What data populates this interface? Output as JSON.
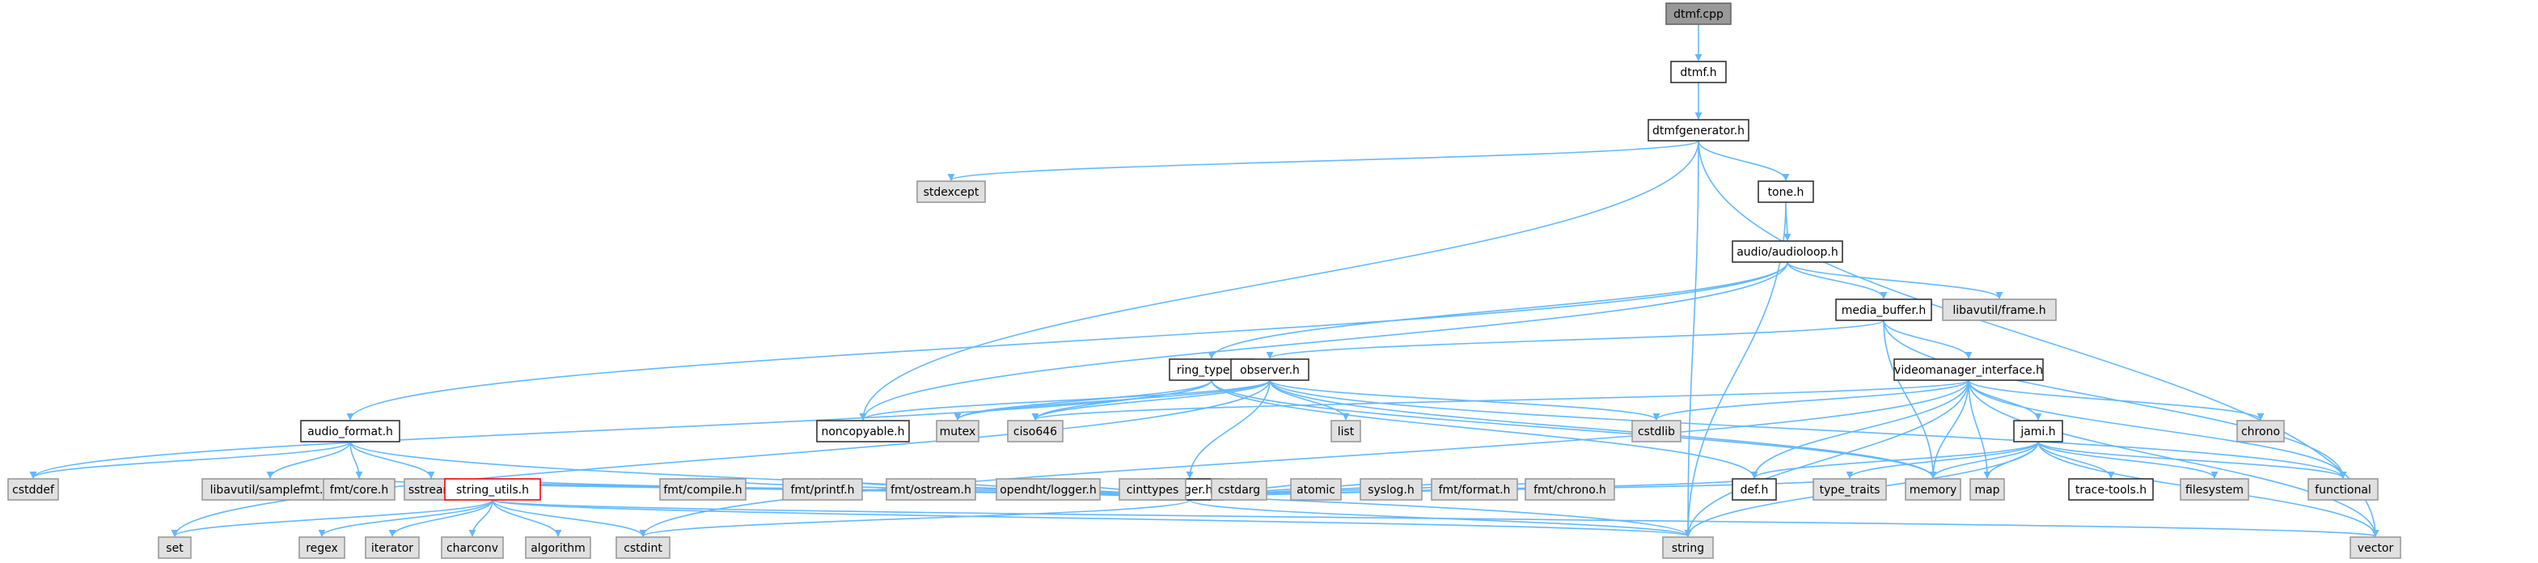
{
  "colors": {
    "edge": "#63b8ff",
    "root_fill": "#999999",
    "root_stroke": "#666666",
    "header_fill": "#ffffff",
    "header_stroke": "#333333",
    "external_fill": "#e0e0e0",
    "external_stroke": "#999999",
    "warn_stroke": "#ff0000"
  },
  "nodes": {
    "dtmf_cpp": {
      "label": "dtmf.cpp",
      "kind": "root"
    },
    "dtmf_h": {
      "label": "dtmf.h",
      "kind": "header"
    },
    "dtmfgenerator_h": {
      "label": "dtmfgenerator.h",
      "kind": "header"
    },
    "stdexcept": {
      "label": "stdexcept",
      "kind": "external"
    },
    "tone_h": {
      "label": "tone.h",
      "kind": "header"
    },
    "audioloop_h": {
      "label": "audio/audioloop.h",
      "kind": "header"
    },
    "media_buffer_h": {
      "label": "media_buffer.h",
      "kind": "header"
    },
    "libavutil_frame_h": {
      "label": "libavutil/frame.h",
      "kind": "external"
    },
    "ring_types_h": {
      "label": "ring_types.h",
      "kind": "header"
    },
    "observer_h": {
      "label": "observer.h",
      "kind": "header"
    },
    "videomanager_interface_h": {
      "label": "videomanager_interface.h",
      "kind": "header"
    },
    "audio_format_h": {
      "label": "audio_format.h",
      "kind": "header"
    },
    "noncopyable_h": {
      "label": "noncopyable.h",
      "kind": "header"
    },
    "mutex": {
      "label": "mutex",
      "kind": "external"
    },
    "ciso646": {
      "label": "ciso646",
      "kind": "external"
    },
    "list": {
      "label": "list",
      "kind": "external"
    },
    "cstdlib": {
      "label": "cstdlib",
      "kind": "external"
    },
    "chrono": {
      "label": "chrono",
      "kind": "external"
    },
    "jami_h": {
      "label": "jami.h",
      "kind": "header"
    },
    "cstddef": {
      "label": "cstddef",
      "kind": "external"
    },
    "libavutil_samplefmt_h": {
      "label": "libavutil/samplefmt.h",
      "kind": "external"
    },
    "fmt_core_h": {
      "label": "fmt/core.h",
      "kind": "external"
    },
    "sstream": {
      "label": "sstream",
      "kind": "external"
    },
    "logger_h": {
      "label": "logger.h",
      "kind": "header"
    },
    "string_utils_h": {
      "label": "string_utils.h",
      "kind": "warn"
    },
    "fmt_compile_h": {
      "label": "fmt/compile.h",
      "kind": "external"
    },
    "fmt_printf_h": {
      "label": "fmt/printf.h",
      "kind": "external"
    },
    "fmt_ostream_h": {
      "label": "fmt/ostream.h",
      "kind": "external"
    },
    "opendht_logger_h": {
      "label": "opendht/logger.h",
      "kind": "external"
    },
    "cinttypes": {
      "label": "cinttypes",
      "kind": "external"
    },
    "cstdarg": {
      "label": "cstdarg",
      "kind": "external"
    },
    "atomic": {
      "label": "atomic",
      "kind": "external"
    },
    "syslog_h": {
      "label": "syslog.h",
      "kind": "external"
    },
    "fmt_format_h": {
      "label": "fmt/format.h",
      "kind": "external"
    },
    "fmt_chrono_h": {
      "label": "fmt/chrono.h",
      "kind": "external"
    },
    "def_h": {
      "label": "def.h",
      "kind": "header"
    },
    "type_traits": {
      "label": "type_traits",
      "kind": "external"
    },
    "memory": {
      "label": "memory",
      "kind": "external"
    },
    "map": {
      "label": "map",
      "kind": "external"
    },
    "trace_tools_h": {
      "label": "trace-tools.h",
      "kind": "header"
    },
    "filesystem": {
      "label": "filesystem",
      "kind": "external"
    },
    "functional": {
      "label": "functional",
      "kind": "external"
    },
    "set": {
      "label": "set",
      "kind": "external"
    },
    "regex": {
      "label": "regex",
      "kind": "external"
    },
    "iterator": {
      "label": "iterator",
      "kind": "external"
    },
    "charconv": {
      "label": "charconv",
      "kind": "external"
    },
    "algorithm": {
      "label": "algorithm",
      "kind": "external"
    },
    "cstdint": {
      "label": "cstdint",
      "kind": "external"
    },
    "string": {
      "label": "string",
      "kind": "external"
    },
    "vector": {
      "label": "vector",
      "kind": "external"
    }
  },
  "edges": [
    [
      "dtmf_cpp",
      "dtmf_h"
    ],
    [
      "dtmf_h",
      "dtmfgenerator_h"
    ],
    [
      "dtmfgenerator_h",
      "stdexcept"
    ],
    [
      "dtmfgenerator_h",
      "tone_h"
    ],
    [
      "dtmfgenerator_h",
      "noncopyable_h"
    ],
    [
      "dtmfgenerator_h",
      "string"
    ],
    [
      "dtmfgenerator_h",
      "vector"
    ],
    [
      "tone_h",
      "audioloop_h"
    ],
    [
      "tone_h",
      "string"
    ],
    [
      "audioloop_h",
      "media_buffer_h"
    ],
    [
      "audioloop_h",
      "libavutil_frame_h"
    ],
    [
      "audioloop_h",
      "ring_types_h"
    ],
    [
      "audioloop_h",
      "audio_format_h"
    ],
    [
      "audioloop_h",
      "noncopyable_h"
    ],
    [
      "media_buffer_h",
      "observer_h"
    ],
    [
      "media_buffer_h",
      "videomanager_interface_h"
    ],
    [
      "media_buffer_h",
      "functional"
    ],
    [
      "media_buffer_h",
      "memory"
    ],
    [
      "ring_types_h",
      "mutex"
    ],
    [
      "ring_types_h",
      "ciso646"
    ],
    [
      "ring_types_h",
      "cstddef"
    ],
    [
      "ring_types_h",
      "memory"
    ],
    [
      "ring_types_h",
      "def_h"
    ],
    [
      "observer_h",
      "noncopyable_h"
    ],
    [
      "observer_h",
      "mutex"
    ],
    [
      "observer_h",
      "ciso646"
    ],
    [
      "observer_h",
      "list"
    ],
    [
      "observer_h",
      "cstdlib"
    ],
    [
      "observer_h",
      "logger_h"
    ],
    [
      "observer_h",
      "set"
    ],
    [
      "observer_h",
      "functional"
    ],
    [
      "observer_h",
      "memory"
    ],
    [
      "videomanager_interface_h",
      "ciso646"
    ],
    [
      "videomanager_interface_h",
      "cstdlib"
    ],
    [
      "videomanager_interface_h",
      "chrono"
    ],
    [
      "videomanager_interface_h",
      "jami_h"
    ],
    [
      "videomanager_interface_h",
      "def_h"
    ],
    [
      "videomanager_interface_h",
      "map"
    ],
    [
      "videomanager_interface_h",
      "memory"
    ],
    [
      "videomanager_interface_h",
      "functional"
    ],
    [
      "videomanager_interface_h",
      "vector"
    ],
    [
      "videomanager_interface_h",
      "string"
    ],
    [
      "videomanager_interface_h",
      "cstdint"
    ],
    [
      "audio_format_h",
      "fmt_core_h"
    ],
    [
      "audio_format_h",
      "sstream"
    ],
    [
      "audio_format_h",
      "libavutil_samplefmt_h"
    ],
    [
      "audio_format_h",
      "cstddef"
    ],
    [
      "audio_format_h",
      "string"
    ],
    [
      "jami_h",
      "def_h"
    ],
    [
      "jami_h",
      "type_traits"
    ],
    [
      "jami_h",
      "memory"
    ],
    [
      "jami_h",
      "map"
    ],
    [
      "jami_h",
      "trace_tools_h"
    ],
    [
      "jami_h",
      "filesystem"
    ],
    [
      "jami_h",
      "functional"
    ],
    [
      "jami_h",
      "vector"
    ],
    [
      "jami_h",
      "string"
    ],
    [
      "logger_h",
      "fmt_core_h"
    ],
    [
      "logger_h",
      "sstream"
    ],
    [
      "logger_h",
      "string_utils_h"
    ],
    [
      "logger_h",
      "fmt_compile_h"
    ],
    [
      "logger_h",
      "fmt_printf_h"
    ],
    [
      "logger_h",
      "fmt_ostream_h"
    ],
    [
      "logger_h",
      "opendht_logger_h"
    ],
    [
      "logger_h",
      "cinttypes"
    ],
    [
      "logger_h",
      "cstdarg"
    ],
    [
      "logger_h",
      "atomic"
    ],
    [
      "logger_h",
      "syslog_h"
    ],
    [
      "logger_h",
      "fmt_format_h"
    ],
    [
      "logger_h",
      "fmt_chrono_h"
    ],
    [
      "logger_h",
      "def_h"
    ],
    [
      "logger_h",
      "type_traits"
    ],
    [
      "logger_h",
      "string"
    ],
    [
      "logger_h",
      "cstdint"
    ],
    [
      "string_utils_h",
      "set"
    ],
    [
      "string_utils_h",
      "regex"
    ],
    [
      "string_utils_h",
      "iterator"
    ],
    [
      "string_utils_h",
      "charconv"
    ],
    [
      "string_utils_h",
      "algorithm"
    ],
    [
      "string_utils_h",
      "cstdint"
    ],
    [
      "string_utils_h",
      "string"
    ],
    [
      "string_utils_h",
      "vector"
    ]
  ]
}
